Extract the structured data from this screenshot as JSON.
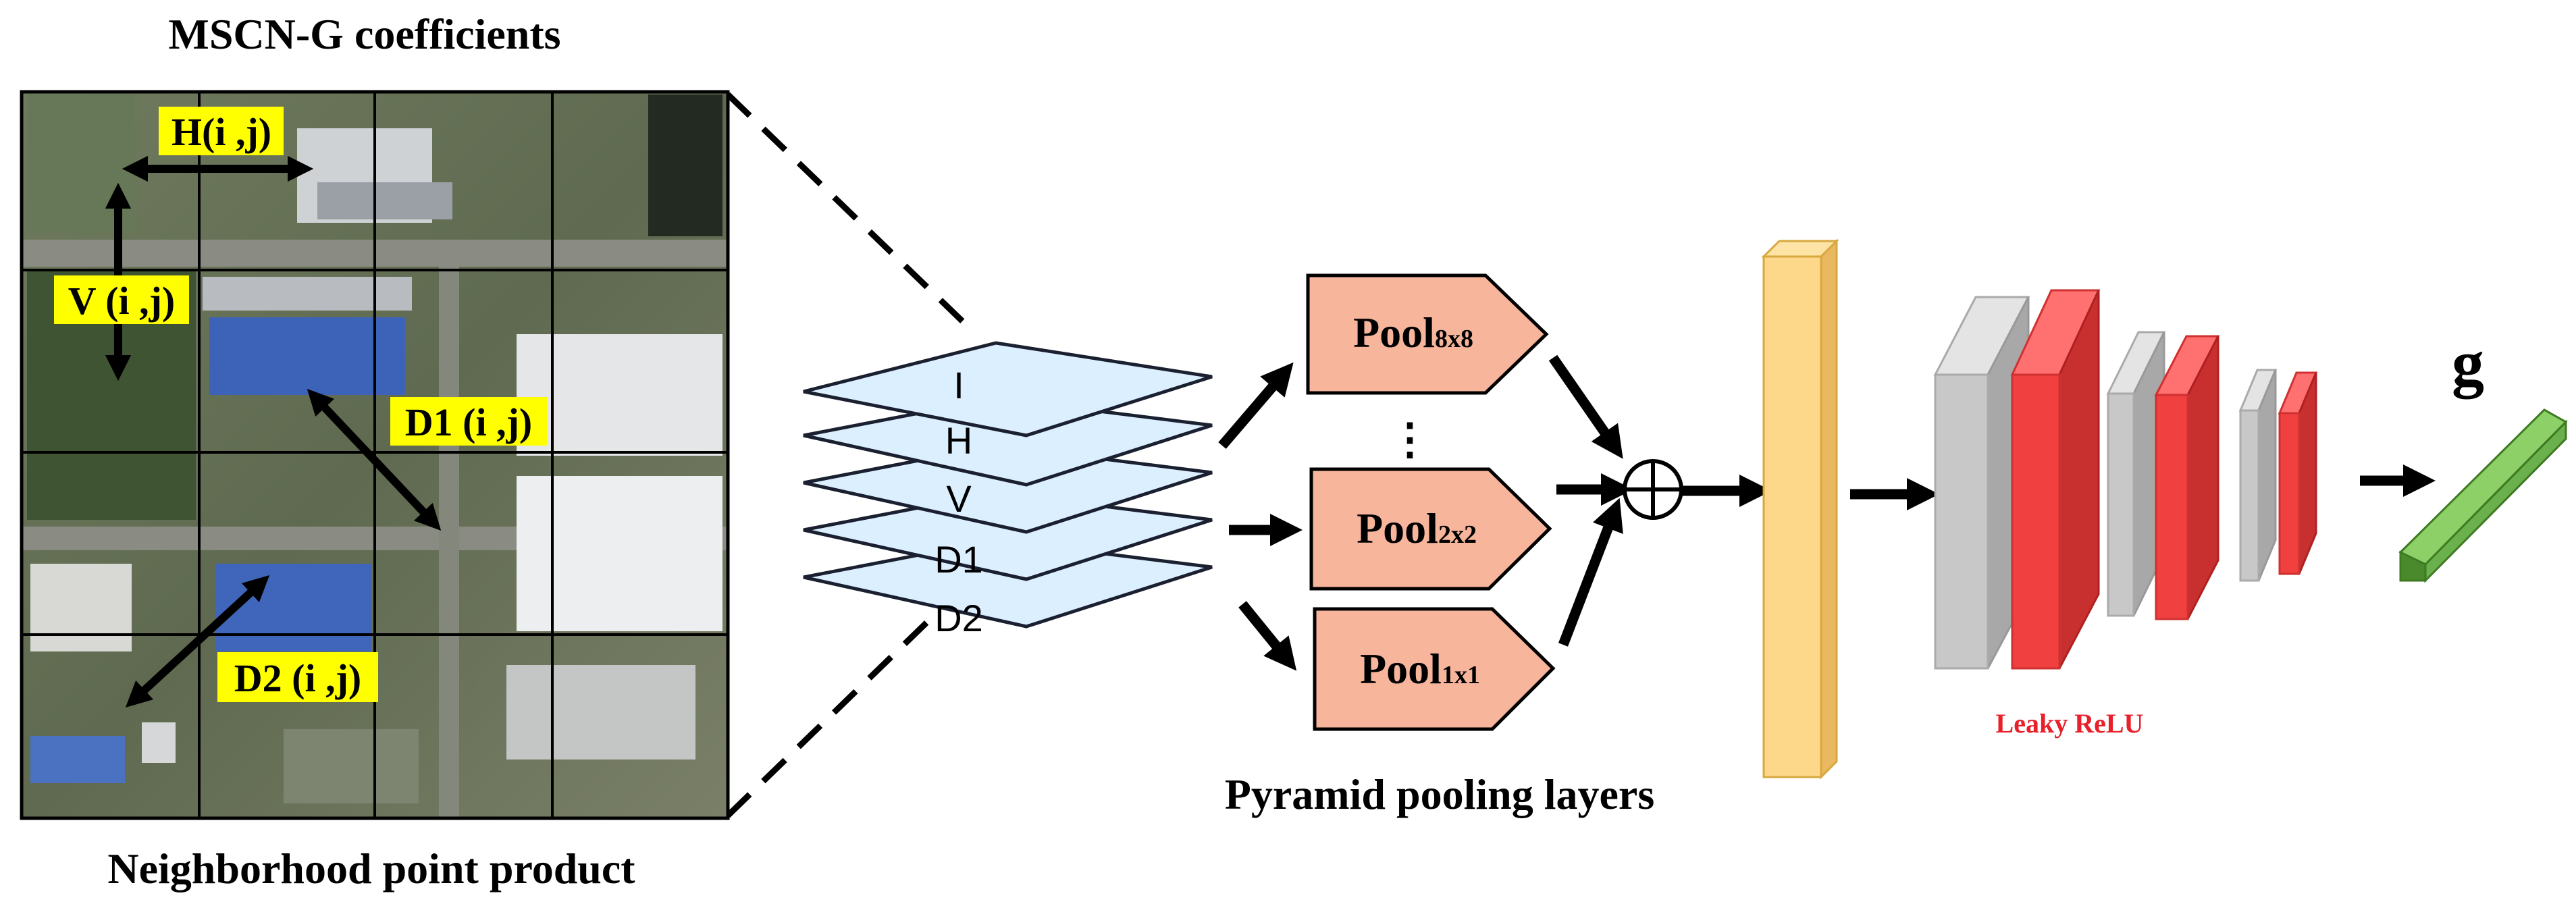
{
  "title_top": "MSCN-G coefficients",
  "title_bottom": "Neighborhood point product",
  "neighbor_labels": {
    "h": "H(i ,j)",
    "v": "V (i ,j)",
    "d1": "D1 (i ,j)",
    "d2": "D2 (i ,j)"
  },
  "layers": [
    "I",
    "H",
    "V",
    "D1",
    "D2"
  ],
  "pool": {
    "p1": {
      "base": "Pool",
      "sub": "8x8"
    },
    "dots": "⋮",
    "p2": {
      "base": "Pool",
      "sub": "2x2"
    },
    "p3": {
      "base": "Pool",
      "sub": "1x1"
    }
  },
  "pyramid_label": "Pyramid pooling layers",
  "activation_label": "Leaky ReLU",
  "output_label": "g",
  "colors": {
    "label_bg": "#ffff00",
    "layer_fill": "#dcefff",
    "pool_fill": "#f7b59c",
    "feature_fill": "#fdd78a",
    "gray_block": "#c8c8c8",
    "red_block": "#f04040",
    "green_bar": "#6ab04c",
    "activation_text": "#e8202a"
  }
}
